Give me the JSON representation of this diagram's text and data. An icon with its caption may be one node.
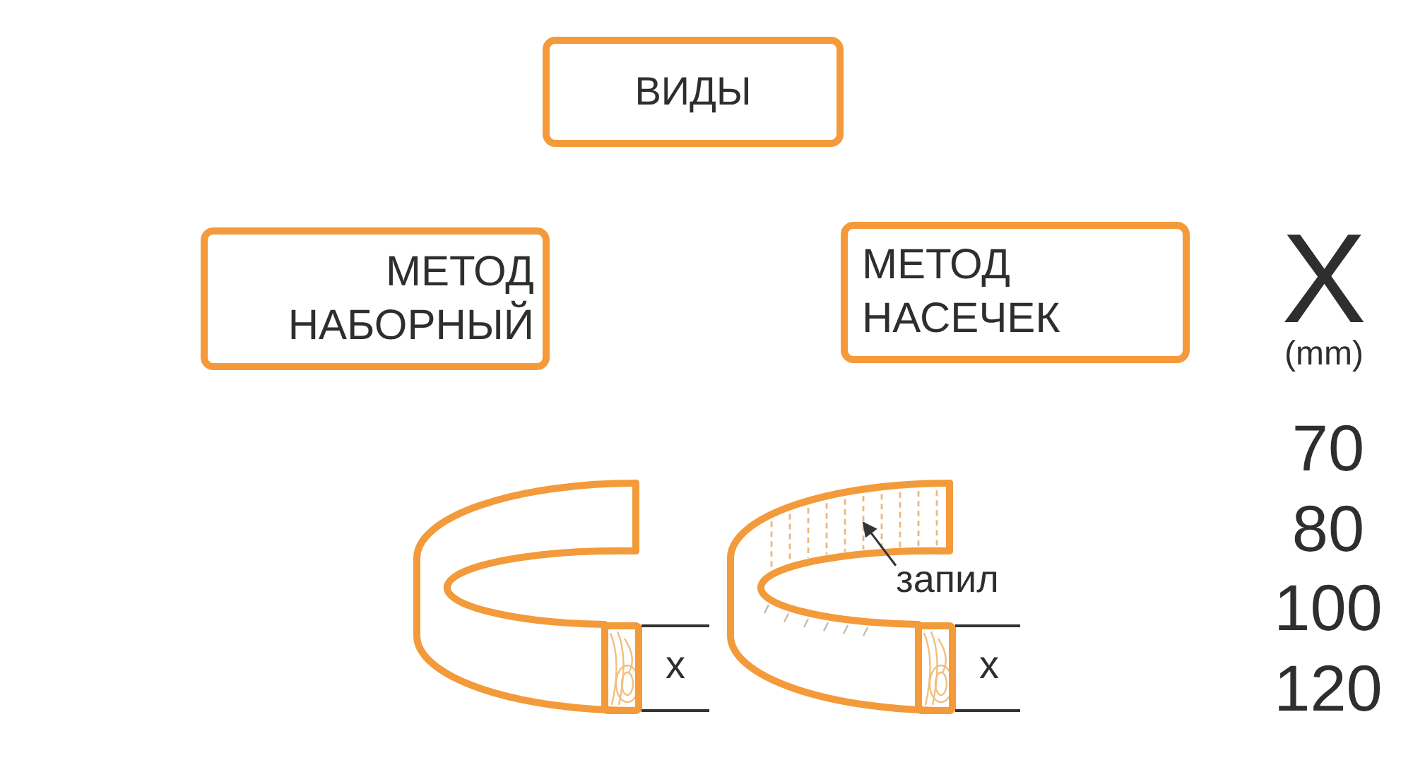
{
  "diagram": {
    "nodes": [
      {
        "text": [
          "ВИДЫ"
        ]
      },
      {
        "text": [
          "МЕТОД НАБОРНЫЙ"
        ]
      },
      {
        "text": [
          "МЕТОД НАСЕЧЕК"
        ]
      },
      {
        "text": [
          "запил"
        ]
      },
      {
        "text": [],
        "shape": "line"
      }
    ],
    "edges": [
      {
        "from": 3,
        "to": 4,
        "arrow": "to"
      }
    ],
    "labels": [
      "X",
      "(mm)",
      "70",
      "80",
      "100",
      "x",
      "x",
      "120"
    ]
  }
}
